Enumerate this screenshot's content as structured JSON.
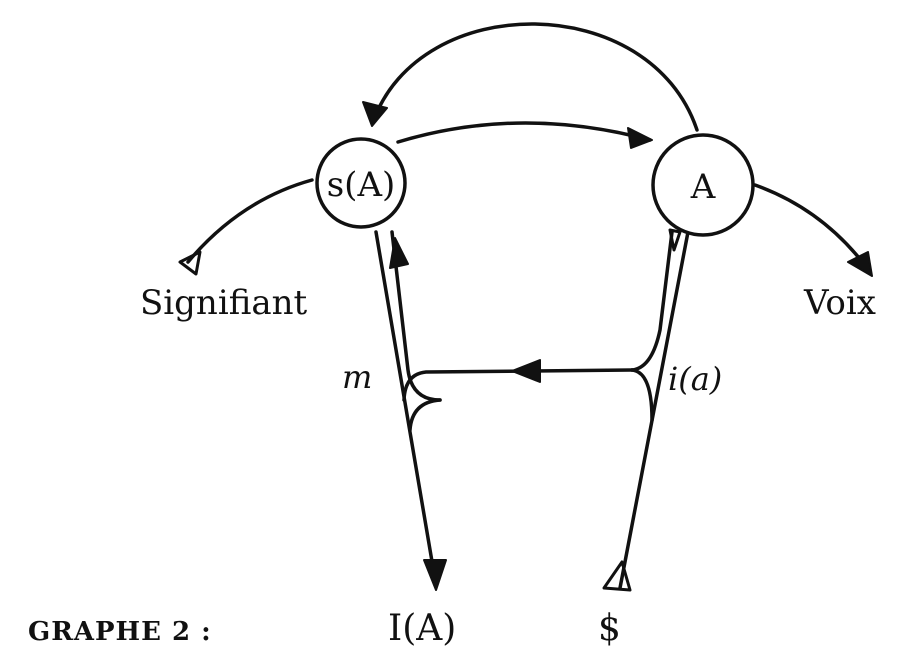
{
  "diagram": {
    "nodes": {
      "signified": "s(A)",
      "other": "A"
    },
    "labels": {
      "signifiant": "Signifiant",
      "voix": "Voix",
      "m": "m",
      "image": "i(a)",
      "ego_ideal": "I(A)",
      "barred_subject": "$"
    },
    "caption": "GRAPHE 2 :"
  }
}
